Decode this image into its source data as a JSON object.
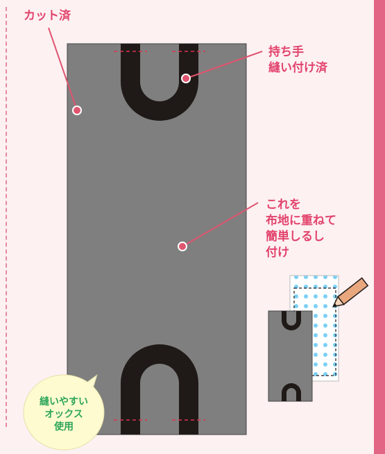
{
  "labels": {
    "cut_done": "カット済",
    "handle_line1": "持ち手",
    "handle_line2": "縫い付け済",
    "overlay_line1": "これを",
    "overlay_line2": "布地に重ねて",
    "overlay_line3": "簡単しるし",
    "overlay_line4": "付け"
  },
  "bubble": {
    "line1": "縫いやすい",
    "line2": "オックス",
    "line3": "使用"
  },
  "colors": {
    "background": "#fdf1f2",
    "accent": "#e26585",
    "label_text": "#e2436c",
    "panel_gray": "#7f7f7f",
    "handle_black": "#1f1a17",
    "bubble_fill": "#fffbd0",
    "bubble_text": "#2ea65a",
    "dots_blue": "#7bd0f5",
    "pointer_dot": "#e0556f"
  },
  "icons": {
    "pencil": "pencil-icon"
  }
}
